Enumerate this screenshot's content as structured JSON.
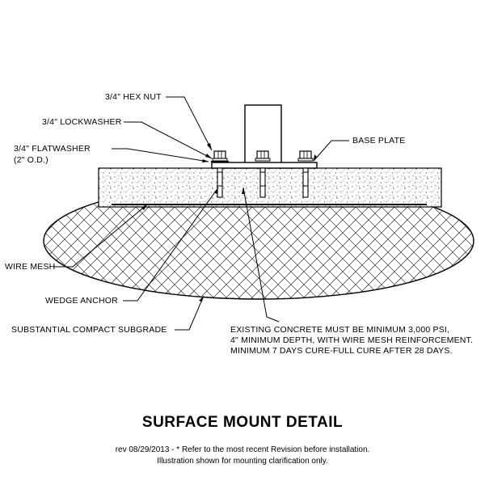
{
  "labels": {
    "hex_nut": "3/4\" HEX NUT",
    "lockwasher": "3/4\" LOCKWASHER",
    "flatwasher_line1": "3/4\" FLATWASHER",
    "flatwasher_line2": "(2\" O.D.)",
    "base_plate": "BASE PLATE",
    "wire_mesh": "WIRE MESH",
    "wedge_anchor": "WEDGE ANCHOR",
    "subgrade": "SUBSTANTIAL COMPACT SUBGRADE"
  },
  "note": {
    "line1": "EXISTING CONCRETE MUST BE MINIMUM 3,000 PSI,",
    "line2": "4\" MINIMUM DEPTH, WITH WIRE MESH REINFORCEMENT.",
    "line3": "MINIMUM 7 DAYS CURE-FULL CURE AFTER 28 DAYS."
  },
  "title": "SURFACE MOUNT DETAIL",
  "footer": {
    "line1": "rev 08/29/2013 - * Refer to the most recent Revision before installation.",
    "line2": "Illustration shown for mounting clarification only."
  }
}
